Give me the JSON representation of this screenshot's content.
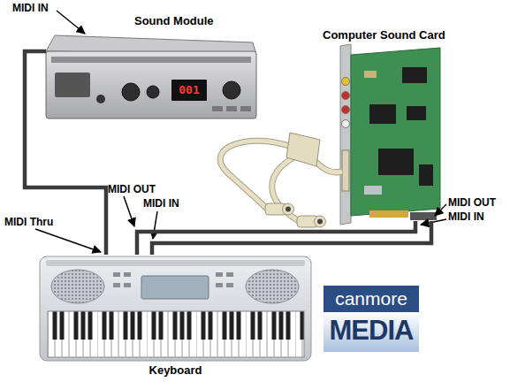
{
  "diagram": {
    "nodes": [
      {
        "text": [
          "Sound Module"
        ]
      },
      {
        "text": [
          "Computer Sound Card"
        ]
      },
      {
        "text": [
          "Keyboard"
        ]
      }
    ],
    "edges": [
      {
        "from": 2,
        "to": 0,
        "arrow": "none"
      },
      {
        "from": 2,
        "to": 1,
        "arrow": "none"
      },
      {
        "from": 1,
        "to": 2,
        "arrow": "none"
      }
    ],
    "labels": [
      "MIDI IN",
      "001",
      "MIDI OUT",
      "MIDI IN",
      "MIDI OUT",
      "MIDI IN",
      "MIDI Thru",
      "canmore",
      "MEDIA"
    ]
  }
}
